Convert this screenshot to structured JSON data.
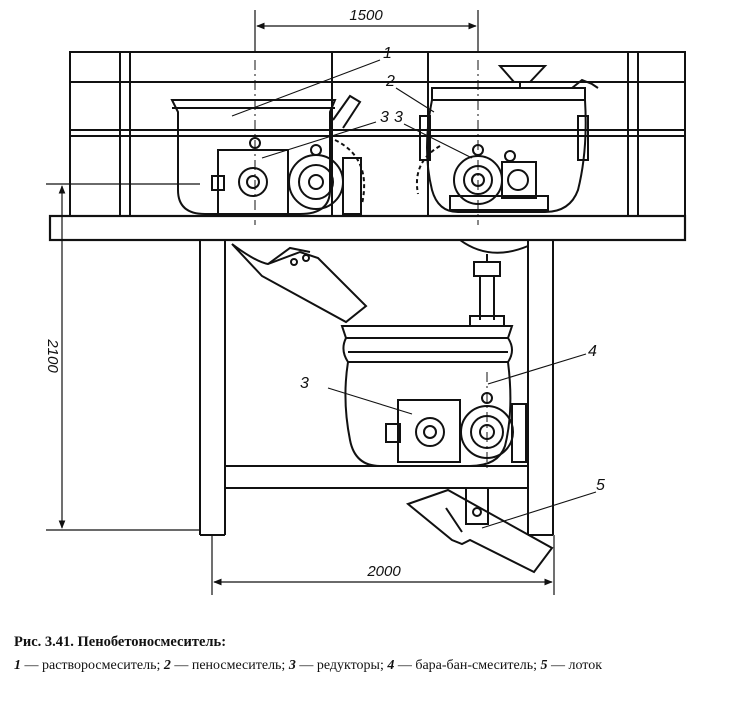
{
  "dimensions": {
    "width_top": "1500",
    "height_left": "2100",
    "width_bottom": "2000"
  },
  "callouts": [
    "1",
    "2",
    "3",
    "3",
    "3",
    "4",
    "5"
  ],
  "caption": {
    "title": "Рис. 3.41. Пенобетоносмеситель:",
    "legend": [
      {
        "num": "1",
        "text": "растворосмеситель;"
      },
      {
        "num": "2",
        "text": "пеносмеситель;"
      },
      {
        "num": "3",
        "text": "редукторы;"
      },
      {
        "num": "4",
        "text": "бара-бан-смеситель;"
      },
      {
        "num": "5",
        "text": "лоток"
      }
    ]
  }
}
